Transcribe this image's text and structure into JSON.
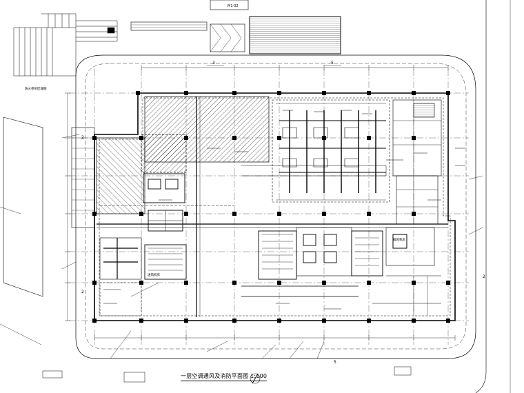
{
  "drawing": {
    "title": "一层空调通风及消防平面图 1:100",
    "top_tag": "M1-02",
    "axis_labels": [
      "2",
      "2",
      "3",
      "5",
      "5",
      "2"
    ],
    "corner_notes": [
      "防火卷帘区域图",
      "送风机房",
      "排风机房"
    ]
  }
}
